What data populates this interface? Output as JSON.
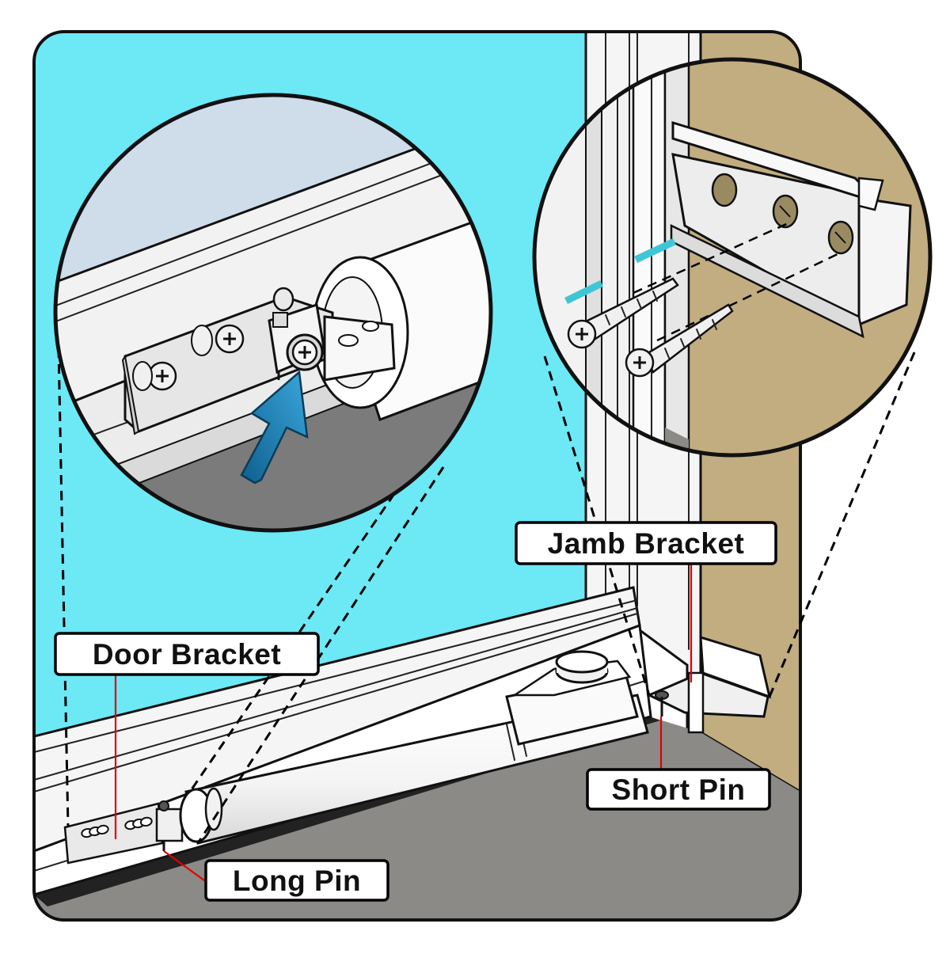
{
  "labels": {
    "jamb_bracket": "Jamb Bracket",
    "door_bracket": "Door Bracket",
    "short_pin": "Short Pin",
    "long_pin": "Long Pin"
  },
  "colors": {
    "glass": "#6de8f5",
    "wall": "#c2ad80",
    "floor": "#8b8a87",
    "door_frame": "#f5f5f5",
    "closer_body": "#fbfbfb",
    "bracket_metal": "#ececec",
    "arrow": "#1b7fb3",
    "tape_accent": "#3fc6d6",
    "leader_line": "#e00000",
    "outline": "#111111"
  },
  "icons": {
    "screw": "phillips-screw-icon",
    "arrow": "insert-pin-arrow-icon"
  }
}
